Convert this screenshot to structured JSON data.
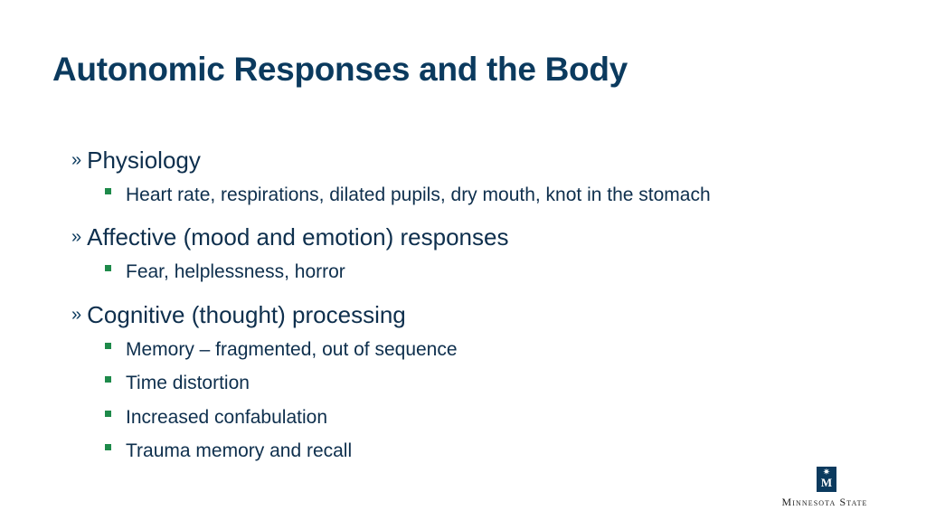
{
  "slide": {
    "title": "Autonomic Responses and the Body",
    "level1_marker": "»",
    "sections": [
      {
        "heading": "Physiology",
        "items": [
          "Heart rate, respirations, dilated pupils, dry mouth, knot in the stomach"
        ]
      },
      {
        "heading": "Affective (mood and emotion) responses",
        "items": [
          "Fear, helplessness, horror"
        ]
      },
      {
        "heading": "Cognitive (thought) processing",
        "items": [
          "Memory – fragmented, out of sequence",
          "Time distortion",
          "Increased confabulation",
          "Trauma memory and recall"
        ]
      }
    ]
  },
  "logo": {
    "emblem_letter": "M",
    "emblem_icon": "north-star-icon",
    "name": "Minnesota State"
  },
  "colors": {
    "title": "#0b3a5e",
    "text": "#0e2f4d",
    "bullet_square": "#1e8a4a",
    "logo_mark": "#0b3a5e"
  }
}
